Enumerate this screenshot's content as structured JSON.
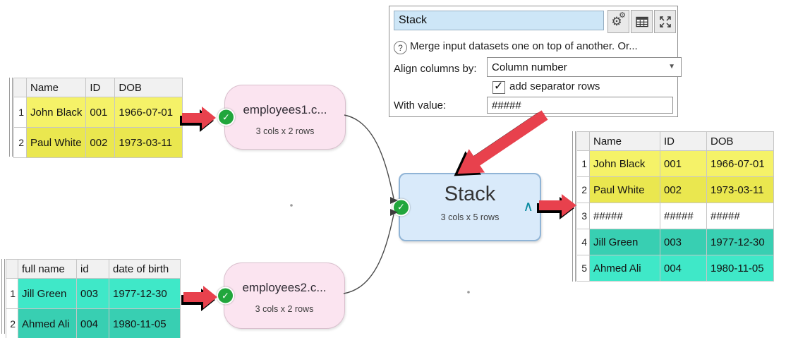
{
  "panel": {
    "name_value": "Stack",
    "help_text": "Merge input datasets one on top of another. Or...",
    "align_label": "Align columns by:",
    "align_value": "Column number",
    "separator_checkbox_label": "add separator rows",
    "separator_checked": true,
    "with_value_label": "With value:",
    "with_value": "#####",
    "icons": [
      "settings-gears",
      "table-view",
      "expand-fullscreen"
    ]
  },
  "nodes": {
    "source1": {
      "title": "employees1.c...",
      "subtitle": "3 cols x 2 rows",
      "status": "ok"
    },
    "source2": {
      "title": "employees2.c...",
      "subtitle": "3 cols x 2 rows",
      "status": "ok"
    },
    "stack": {
      "title": "Stack",
      "subtitle": "3 cols x 5 rows",
      "status": "ok"
    }
  },
  "tables": {
    "source1": {
      "headers": [
        "Name",
        "ID",
        "DOB"
      ],
      "rows": [
        {
          "num": "1",
          "name": "John Black",
          "id": "001",
          "dob": "1966-07-01"
        },
        {
          "num": "2",
          "name": "Paul White",
          "id": "002",
          "dob": "1973-03-11"
        }
      ]
    },
    "source2": {
      "headers": [
        "full name",
        "id",
        "date of birth"
      ],
      "rows": [
        {
          "num": "1",
          "name": "Jill Green",
          "id": "003",
          "dob": "1977-12-30"
        },
        {
          "num": "2",
          "name": "Ahmed Ali",
          "id": "004",
          "dob": "1980-11-05"
        }
      ]
    },
    "output": {
      "headers": [
        "Name",
        "ID",
        "DOB"
      ],
      "rows": [
        {
          "num": "1",
          "name": "John Black",
          "id": "001",
          "dob": "1966-07-01"
        },
        {
          "num": "2",
          "name": "Paul White",
          "id": "002",
          "dob": "1973-03-11"
        },
        {
          "num": "3",
          "name": "#####",
          "id": "#####",
          "dob": "#####"
        },
        {
          "num": "4",
          "name": "Jill Green",
          "id": "003",
          "dob": "1977-12-30"
        },
        {
          "num": "5",
          "name": "Ahmed Ali",
          "id": "004",
          "dob": "1980-11-05"
        }
      ]
    }
  },
  "colors": {
    "row_yellow_light": "#f5f268",
    "row_yellow_dark": "#eae74f",
    "row_teal_light": "#3fe8c8",
    "row_teal_dark": "#38cfb2",
    "node_pink": "#fbe4f0",
    "node_blue": "#d9eafa",
    "status_green": "#21a63c",
    "arrow_red": "#e8414d",
    "caret_teal": "#0a8ba0"
  }
}
